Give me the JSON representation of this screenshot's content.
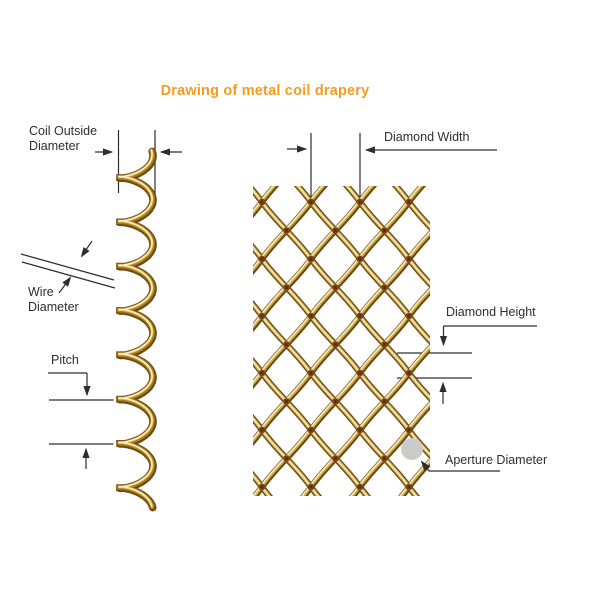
{
  "title": {
    "text": "Drawing of metal coil drapery",
    "color": "#F59B1E"
  },
  "labels": {
    "coil_outside_diameter": "Coil Outside Diameter",
    "wire_diameter": "Wire Diameter",
    "pitch": "Pitch",
    "diamond_width": "Diamond Width",
    "diamond_height": "Diamond Height",
    "aperture_diameter": "Aperture Diameter"
  },
  "colors": {
    "background": "#ffffff",
    "annotation_line": "#2d2d2d",
    "label_text": "#2e2e2e",
    "wire_gold_dark": "#6f4b10",
    "wire_gold_mid": "#cfa94d",
    "wire_gold_light": "#f6ecc0",
    "wire_highlight": "#fdf6d8",
    "knuckle_brown": "#7a441a",
    "aperture_gray": "#cbcbc9"
  }
}
